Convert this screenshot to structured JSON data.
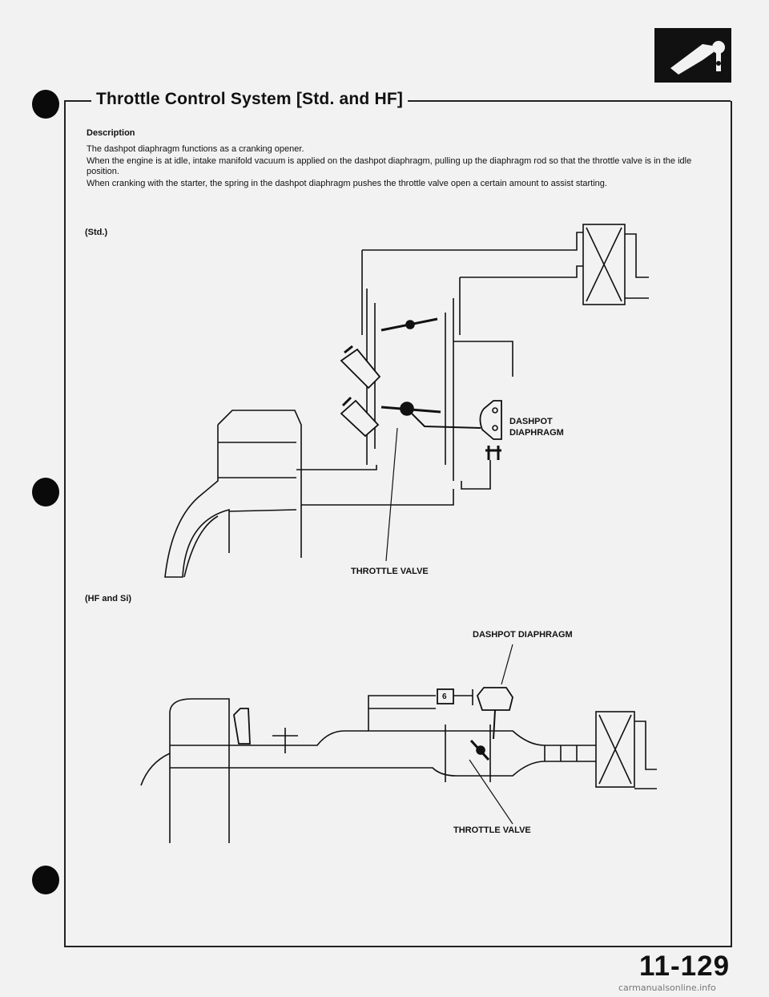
{
  "header": {
    "title": "Throttle Control System [Std. and HF]",
    "icon": "fuel-nozzle-icon"
  },
  "description": {
    "heading": "Description",
    "paragraphs": [
      "The dashpot diaphragm functions as a cranking opener.",
      "When the engine is at idle, intake manifold vacuum is applied on the dashpot diaphragm, pulling up the diaphragm rod so that the throttle valve is in the idle position.",
      "When cranking with the starter, the spring in the dashpot diaphragm pushes the throttle valve open a certain amount to assist starting."
    ]
  },
  "diagram_std": {
    "label": "(Std.)",
    "dashpot_label_line1": "DASHPOT",
    "dashpot_label_line2": "DIAPHRAGM",
    "throttle_label": "THROTTLE VALVE"
  },
  "diagram_hf": {
    "label": "(HF and Si)",
    "dashpot_label": "DASHPOT DIAPHRAGM",
    "hose_number": "6",
    "throttle_label": "THROTTLE VALVE"
  },
  "footer": {
    "page_number": "11-129",
    "watermark": "carmanualsonline.info"
  },
  "colors": {
    "ink": "#111111",
    "paper": "#f2f2f2"
  }
}
